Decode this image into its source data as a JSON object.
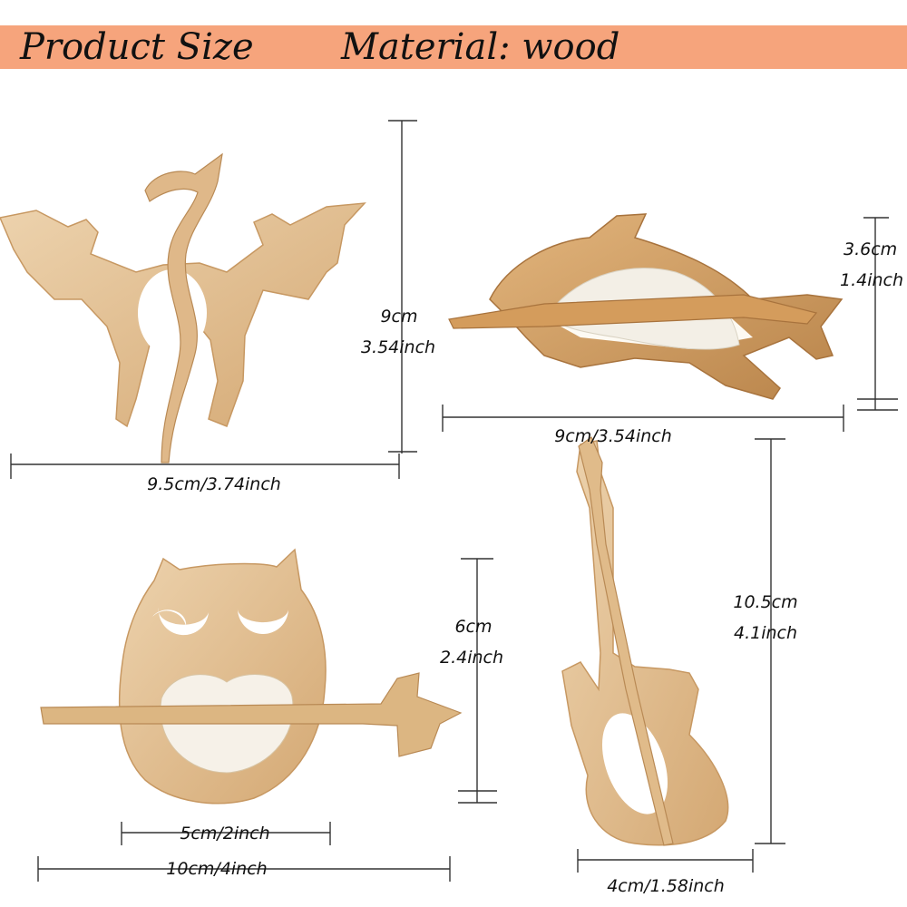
{
  "header": {
    "title": "Product Size",
    "material": "Material: wood",
    "background_color": "#f6a47c"
  },
  "products": {
    "dragon": {
      "height_cm": "9cm",
      "height_inch": "3.54inch",
      "width": "9.5cm/3.74inch"
    },
    "dolphin": {
      "height_cm": "3.6cm",
      "height_inch": "1.4inch",
      "width": "9cm/3.54inch"
    },
    "owl": {
      "height_cm": "6cm",
      "height_inch": "2.4inch",
      "inner_width": "5cm/2inch",
      "width": "10cm/4inch"
    },
    "guitar": {
      "height_cm": "10.5cm",
      "height_inch": "4.1inch",
      "width": "4cm/1.58inch"
    }
  },
  "colors": {
    "wood_light": "#e9c9a0",
    "wood_mid": "#d9ae78",
    "wood_dark": "#c08a4f",
    "yarn": "#f3efe6"
  }
}
